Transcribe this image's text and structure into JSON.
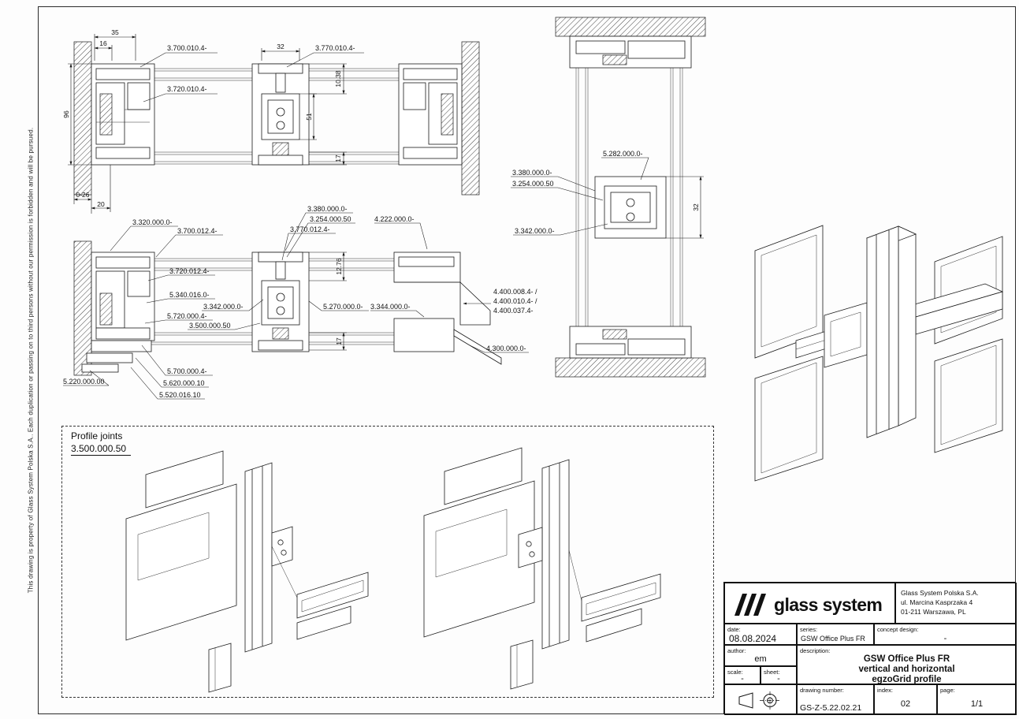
{
  "copyright": "This drawing is property of Glass System Polska S.A..  Each duplication or passing on to third persons without our permission is forbidden and will be pursued.",
  "sec1": {
    "labels": {
      "l1": "3.700.010.4-",
      "l2": "3.770.010.4-",
      "l3": "3.720.010.4-"
    },
    "dims": {
      "d35": "35",
      "d16": "16",
      "d32": "32",
      "d96": "96",
      "d51": "51",
      "d1038": "10.38",
      "d17": "17",
      "d026": "0-26",
      "d20": "20"
    }
  },
  "sec2": {
    "labels": {
      "l3320": "3.320.000.0-",
      "l3380": "3.380.000.0-",
      "l3254": "3.254.000.50",
      "l4222": "4.222.000.0-",
      "l3700": "3.700.012.4-",
      "l3770": "3.770.012.4-",
      "l3720": "3.720.012.4-",
      "l5340": "5.340.016.0-",
      "l3342": "3.342.000.0-",
      "l5270": "5.270.000.0-",
      "l3344": "3.344.000.0-",
      "l5720": "5.720.000.4-",
      "l3500": "3.500.000.50",
      "l4400a": "4.400.008.4- /",
      "l4400b": "4.400.010.4- /",
      "l4400c": "4.400.037.4-",
      "l4300": "4.300.000.0-",
      "l5220": "5.220.000.00",
      "l5700": "5.700.000.4-",
      "l5620": "5.620.000.10",
      "l5520": "5.520.016.10"
    },
    "dims": {
      "d1276": "12.76",
      "d17": "17"
    }
  },
  "sec3": {
    "labels": {
      "l5282": "5.282.000.0-",
      "l3380": "3.380.000.0-",
      "l3254": "3.254.000.50",
      "l3342": "3.342.000.0-"
    },
    "dims": {
      "d32": "32"
    }
  },
  "profile_joints": {
    "title": "Profile joints",
    "code": "3.500.000.50"
  },
  "title_block": {
    "logo_text": "glass system",
    "address1": "Glass System Polska S.A.",
    "address2": "ul. Marcina Kasprzaka 4",
    "address3": "01-211 Warszawa, PL",
    "date_label": "date:",
    "date_value": "08.08.2024",
    "series_label": "series:",
    "series_value": "GSW Office Plus FR",
    "concept_label": "concept design:",
    "concept_value": "-",
    "author_label": "author:",
    "author_value": "em",
    "description_label": "description:",
    "description_line1": "GSW Office Plus FR",
    "description_line2": "vertical and horizontal",
    "description_line3": "egzoGrid profile",
    "scale_label": "scale:",
    "scale_value": "-",
    "sheet_label": "sheet:",
    "sheet_value": "-",
    "drawing_number_label": "drawing number:",
    "drawing_number_value": "GS-Z-5.22.02.21",
    "index_label": "index:",
    "index_value": "02",
    "page_label": "page:",
    "page_value": "1/1"
  }
}
